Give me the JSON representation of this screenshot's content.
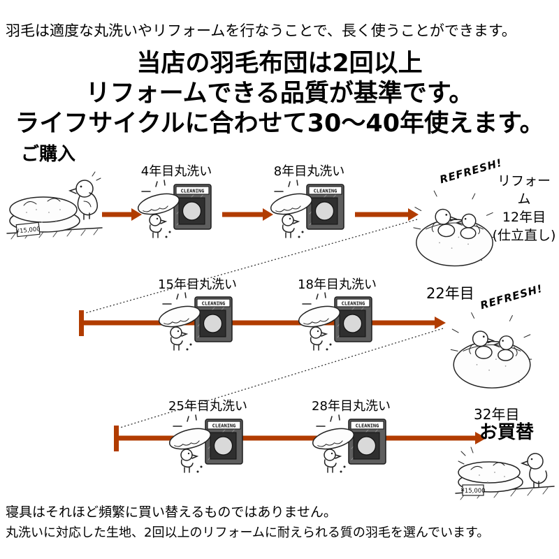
{
  "colors": {
    "arrow": "#b13c00"
  },
  "intro": "羽毛は適度な丸洗いやリフォームを行なうことで、長く使うことができます。",
  "headline": [
    "当店の羽毛布団は2回以上",
    "リフォームできる品質が基準です。",
    "ライフサイクルに合わせて30〜40年使えます。"
  ],
  "timeline": {
    "purchase_label": "ご購入",
    "cleaning_sign": "CLEANING",
    "price_tag": "¥15,000",
    "refresh_text": "REFRESH!",
    "row1": {
      "step1": "4年目丸洗い",
      "step2": "8年目丸洗い",
      "end": [
        "リフォーム",
        "12年目",
        "(仕立直し)"
      ]
    },
    "row2": {
      "step1": "15年目丸洗い",
      "step2": "18年目丸洗い",
      "end": "22年目"
    },
    "row3": {
      "step1": "25年目丸洗い",
      "step2": "28年目丸洗い",
      "end_year": "32年目",
      "end_label": "お買替"
    }
  },
  "footer": [
    "寝具はそれほど頻繁に買い替えるものではありません。",
    "丸洗いに対応した生地、2回以上のリフォームに耐えられる質の羽毛を選んでいます。"
  ]
}
